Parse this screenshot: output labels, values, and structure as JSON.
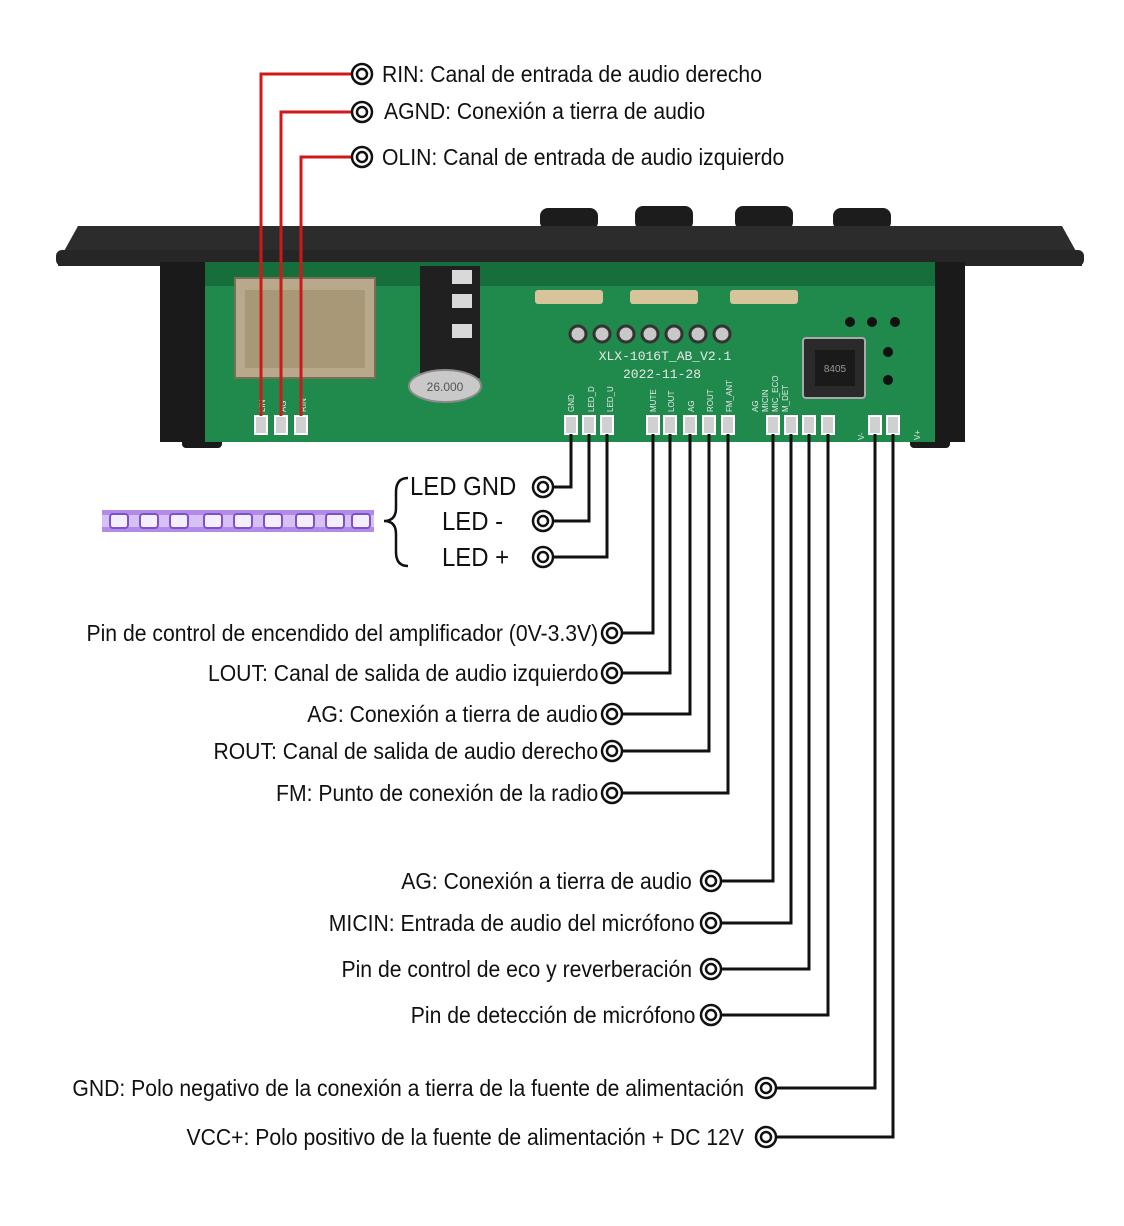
{
  "top_labels": [
    "RIN: Canal de entrada de audio derecho",
    "AGND: Conexión a tierra de audio",
    "OLIN: Canal de entrada de audio izquierdo"
  ],
  "led_labels": [
    "LED GND",
    "LED -",
    "LED +"
  ],
  "board": {
    "model": "XLX-1016T_AB_V2.1",
    "date": "2022-11-28",
    "crystal": "26.000",
    "chip": "8405"
  },
  "pin_silkscreen": {
    "left": [
      "LIN",
      "AG",
      "RIN"
    ],
    "led": [
      "GND",
      "LED_D",
      "LED_U"
    ],
    "audio": [
      "MUTE",
      "LOUT",
      "AG",
      "ROUT",
      "FM_ANT"
    ],
    "mic": [
      "AG",
      "MICIN",
      "MIC_ECO",
      "M_DET"
    ],
    "power": [
      "V-",
      "V+"
    ]
  },
  "mid_labels": [
    "Pin de control de encendido del amplificador (0V-3.3V)",
    "LOUT: Canal de salida de audio izquierdo",
    "AG: Conexión a tierra de audio",
    "ROUT: Canal de salida de audio derecho",
    "FM: Punto de conexión de la radio"
  ],
  "mic_labels": [
    "AG: Conexión a tierra de audio",
    "MICIN: Entrada de audio del micrófono",
    "Pin de control de eco y reverberación",
    "Pin de detección de micrófono"
  ],
  "power_labels": [
    "GND: Polo negativo de la conexión a tierra de la fuente de alimentación",
    "VCC+: Polo positivo de la fuente de alimentación + DC 12V"
  ],
  "colors": {
    "pcb": "#1f8a4c",
    "bezel": "#2b2b2b",
    "top_wires": "#d01818",
    "wires": "#111111",
    "led_strip": "#a070e0"
  }
}
